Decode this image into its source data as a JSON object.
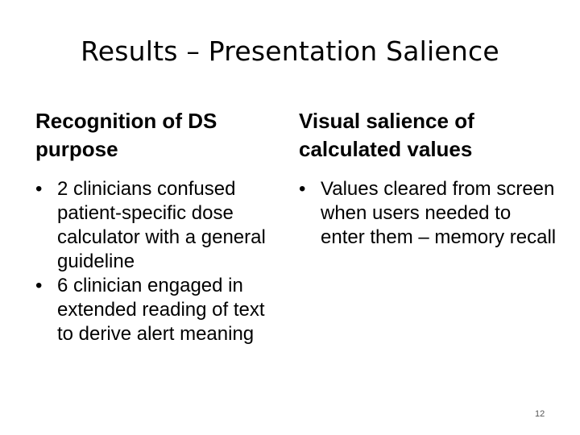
{
  "slide": {
    "title": "Results – Presentation Salience",
    "page_number": "12",
    "columns": [
      {
        "heading": "Recognition of DS purpose",
        "bullets": [
          "2 clinicians confused patient-specific dose calculator with a general guideline",
          "6 clinician engaged in extended reading of text to derive alert meaning"
        ]
      },
      {
        "heading": "Visual salience of calculated values",
        "bullets": [
          "Values cleared from screen when users needed to enter them – memory recall"
        ]
      }
    ],
    "bullet_symbol": "•"
  }
}
